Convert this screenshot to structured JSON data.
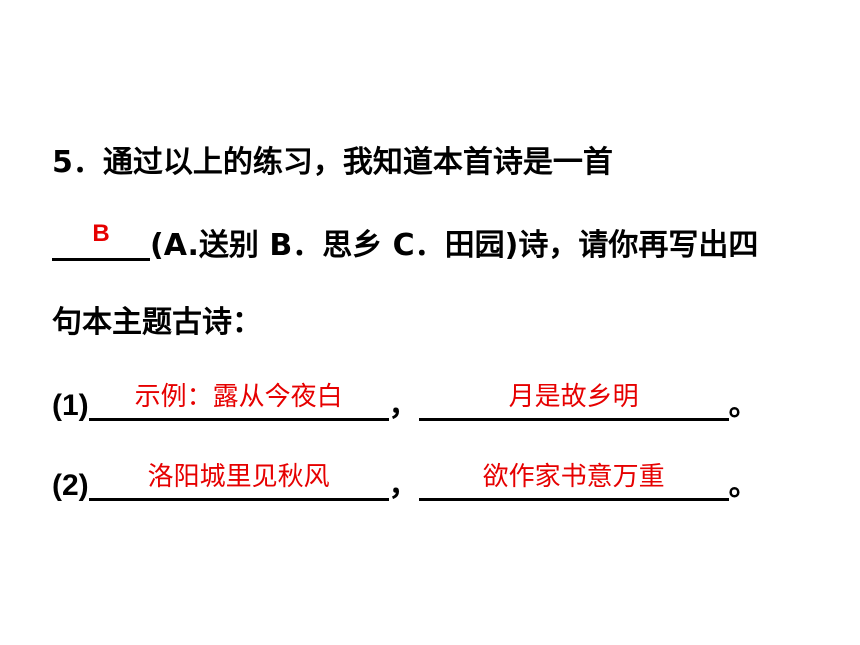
{
  "question": {
    "line1": "5．通过以上的练习，我知道本首诗是一首",
    "line2_options": "(A.送别 B．思乡 C．田园)诗，请你再写出四",
    "line3": "句本主题古诗："
  },
  "answers": {
    "choice": "B",
    "row1": {
      "label": "(1)",
      "first": "示例：露从今夜白",
      "separator": "，",
      "second": "月是故乡明",
      "end": "。"
    },
    "row2": {
      "label": "(2)",
      "first": "洛阳城里见秋风",
      "separator": "，",
      "second": "欲作家书意万重",
      "end": "。"
    }
  },
  "colors": {
    "answer": "#e60000",
    "text": "#000000"
  }
}
